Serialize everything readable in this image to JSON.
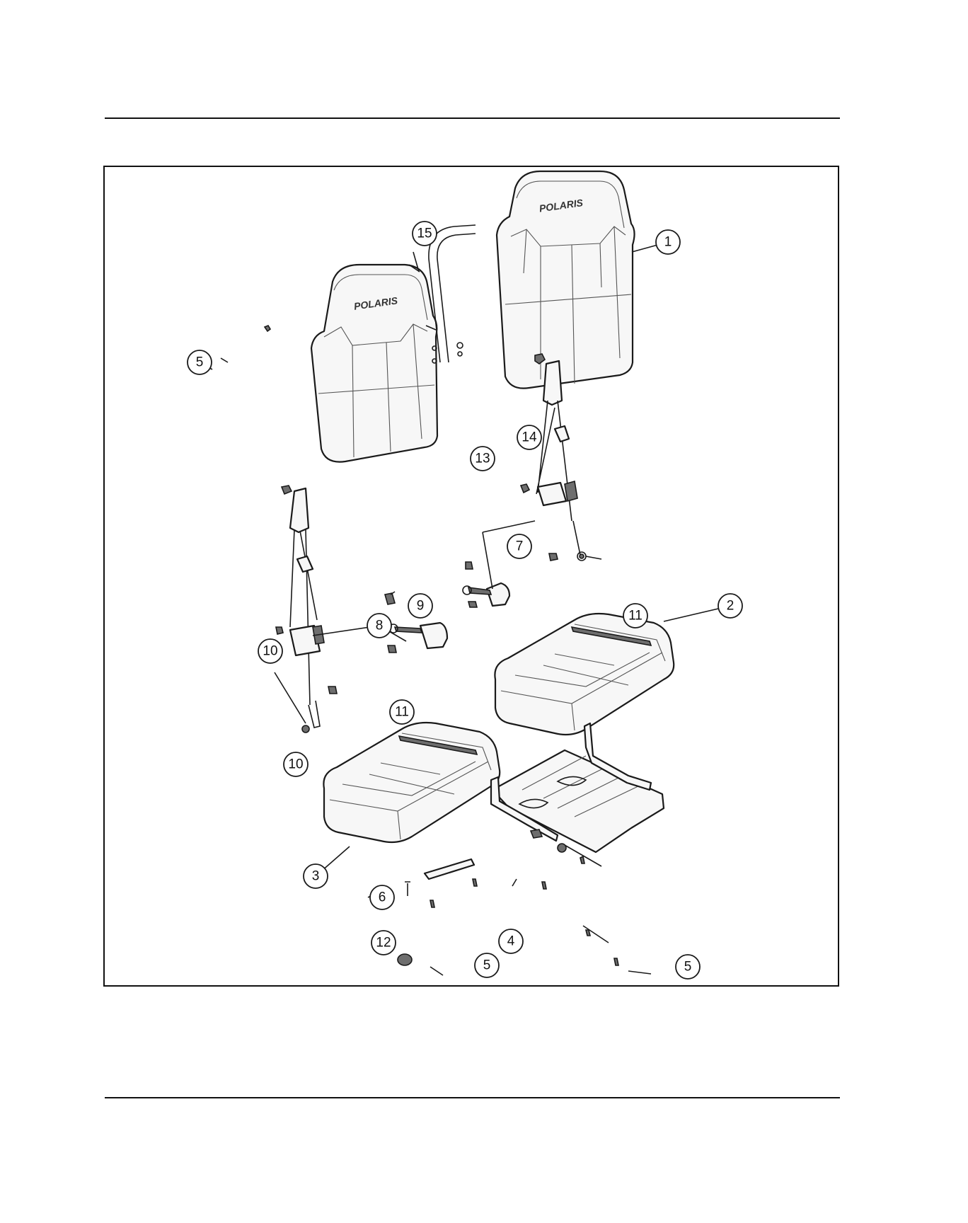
{
  "brand_logo_text": "POLARIS",
  "callouts": [
    {
      "id": "c1",
      "label": "1"
    },
    {
      "id": "c2",
      "label": "2"
    },
    {
      "id": "c3",
      "label": "3"
    },
    {
      "id": "c4",
      "label": "4"
    },
    {
      "id": "c5a",
      "label": "5"
    },
    {
      "id": "c5b",
      "label": "5"
    },
    {
      "id": "c5c",
      "label": "5"
    },
    {
      "id": "c6",
      "label": "6"
    },
    {
      "id": "c7",
      "label": "7"
    },
    {
      "id": "c8",
      "label": "8"
    },
    {
      "id": "c9",
      "label": "9"
    },
    {
      "id": "c10a",
      "label": "10"
    },
    {
      "id": "c10b",
      "label": "10"
    },
    {
      "id": "c11a",
      "label": "11"
    },
    {
      "id": "c11b",
      "label": "11"
    },
    {
      "id": "c12",
      "label": "12"
    },
    {
      "id": "c13",
      "label": "13"
    },
    {
      "id": "c14",
      "label": "14"
    },
    {
      "id": "c15",
      "label": "15"
    }
  ]
}
